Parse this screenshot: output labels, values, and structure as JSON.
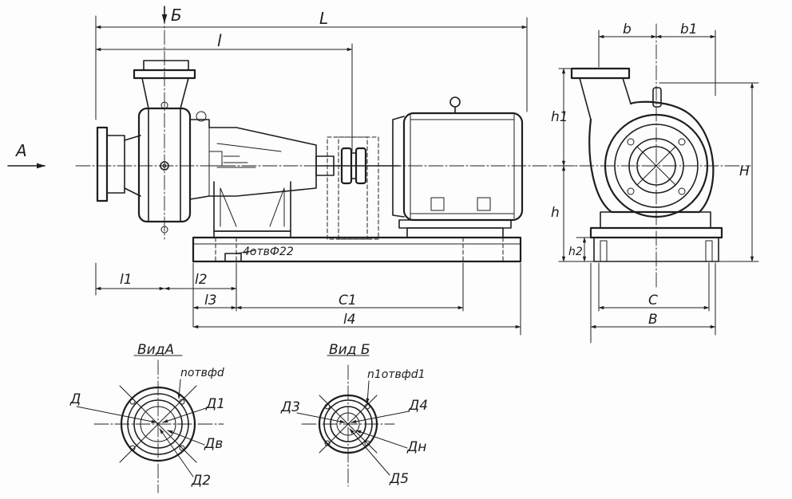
{
  "labels": {
    "dim_L": "L",
    "dim_l": "l",
    "dim_l1": "l1",
    "dim_l2": "l2",
    "dim_l3": "l3",
    "dim_l4": "l4",
    "dim_C1": "C1",
    "dim_b": "b",
    "dim_b1": "b1",
    "dim_h1": "h1",
    "dim_h": "h",
    "dim_h2": "h2",
    "dim_H": "H",
    "dim_C": "C",
    "dim_B": "B",
    "arrow_A": "A",
    "arrow_B": "Б",
    "holes_base": "4отвФ22",
    "view_A": "ВидА",
    "view_B": "Вид Б",
    "holes_A": "nотвфd",
    "holes_B": "n1отвфd1",
    "D": "Д",
    "D1": "Д1",
    "Dv": "Дв",
    "D2": "Д2",
    "D3": "Д3",
    "D4": "Д4",
    "Dn": "Дн",
    "D5": "Д5"
  }
}
